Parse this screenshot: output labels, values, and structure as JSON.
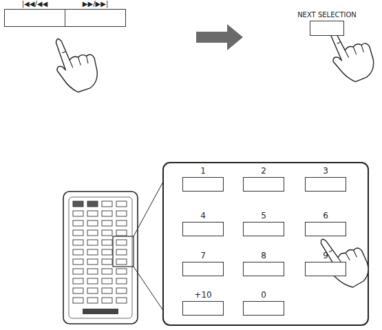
{
  "diagram": {
    "nodes": [
      {
        "text": [
          "|◀◀/◀◀"
        ]
      },
      {
        "text": [
          "▶▶/▶▶|"
        ]
      },
      {
        "text": [
          "NEXT SELECTION"
        ]
      },
      {
        "text": [
          "1"
        ]
      },
      {
        "text": [
          "2"
        ]
      },
      {
        "text": [
          "3"
        ]
      },
      {
        "text": [
          "4"
        ]
      },
      {
        "text": [
          "5"
        ]
      },
      {
        "text": [
          "6"
        ]
      },
      {
        "text": [
          "7"
        ]
      },
      {
        "text": [
          "8"
        ]
      },
      {
        "text": [
          "9"
        ]
      },
      {
        "text": [
          "+10"
        ]
      },
      {
        "text": [
          "0"
        ]
      }
    ]
  }
}
